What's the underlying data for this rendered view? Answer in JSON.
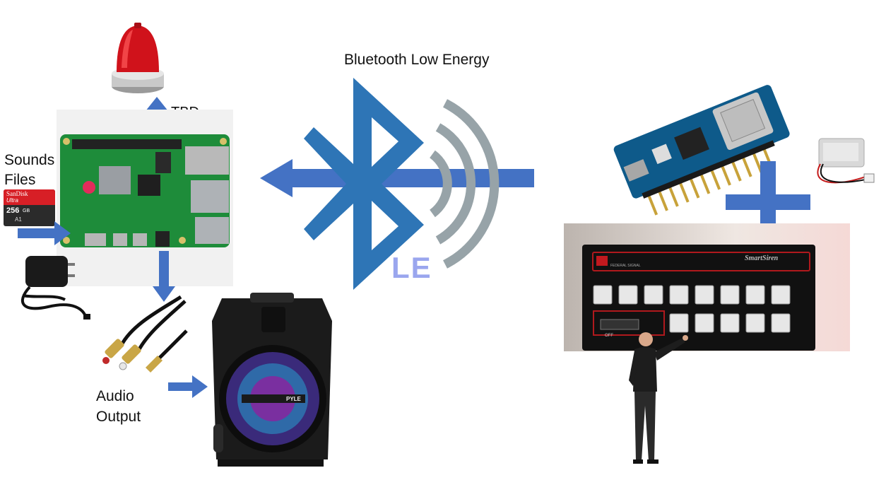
{
  "labels": {
    "bluetooth": "Bluetooth Low Energy",
    "tbd": "TBD",
    "sounds": "Sounds",
    "files": "Files",
    "audio": "Audio",
    "output": "Output",
    "le": "LE"
  },
  "sd_card": {
    "brand": "SanDisk",
    "line": "Ultra",
    "capacity": "256",
    "unit": "GB",
    "speed": "A1"
  },
  "control_panel": {
    "brand": "SmartSiren",
    "maker": "FEDERAL SIGNAL",
    "switch_label": "OFF"
  },
  "speaker": {
    "brand": "PYLE"
  },
  "colors": {
    "arrow": "#4472c4",
    "bluetooth": "#2e75b6",
    "waves": "#97a3a8",
    "le": "#9aa6ee"
  }
}
